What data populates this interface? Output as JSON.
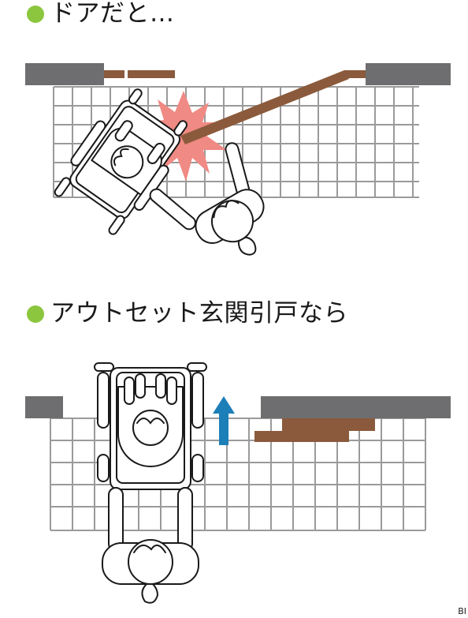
{
  "colors": {
    "bullet": "#8cc63f",
    "wall": "#6e6e70",
    "door": "#8b5a3c",
    "grid": "#9a9a9a",
    "impact": "#f08a84",
    "arrow": "#1d7fb8"
  },
  "sections": [
    {
      "heading": "ドアだと…",
      "bullet_icon": "green-circle",
      "scene": "hinged-door-collision"
    },
    {
      "heading": "アウトセット玄関引戸なら",
      "bullet_icon": "green-circle",
      "scene": "sliding-door-pass-through"
    }
  ],
  "direction_arrow_icon": "arrow-up-icon",
  "corner_note": "BI"
}
